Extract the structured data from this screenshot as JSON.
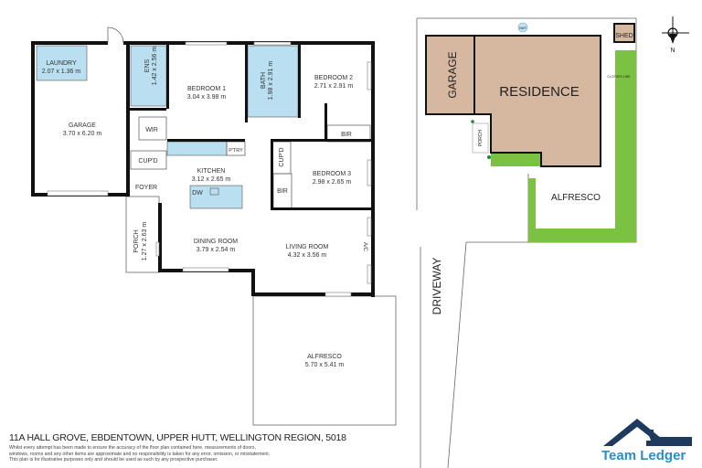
{
  "floor_plan": {
    "rooms": {
      "laundry": {
        "name": "LAUNDRY",
        "size": "2.07 x 1.36 m"
      },
      "garage": {
        "name": "GARAGE",
        "size": "3.70 x 6.20 m"
      },
      "ensuite": {
        "name": "ENS",
        "size": "1.42 x 2.56 m"
      },
      "bedroom1": {
        "name": "BEDROOM 1",
        "size": "3.04 x 3.98 m"
      },
      "bath": {
        "name": "BATH",
        "size": "1.98 x 2.91 m"
      },
      "bedroom2": {
        "name": "BEDROOM 2",
        "size": "2.71 x 2.91 m"
      },
      "wir": {
        "name": "WIR"
      },
      "bir_bed2": {
        "name": "BIR"
      },
      "pantry": {
        "name": "P'TRY"
      },
      "cupd_left": {
        "name": "CUP'D"
      },
      "cupd_right": {
        "name": "CUP'D"
      },
      "kitchen": {
        "name": "KITCHEN",
        "size": "3.12 x 2.65 m"
      },
      "dishwasher": {
        "name": "DW"
      },
      "bedroom3": {
        "name": "BEDROOM 3",
        "size": "2.98 x 2.65 m"
      },
      "bir_bed3": {
        "name": "BIR"
      },
      "foyer": {
        "name": "FOYER"
      },
      "porch": {
        "name": "PORCH",
        "size": "1.27 x 2.63 m"
      },
      "dining": {
        "name": "DINING ROOM",
        "size": "3.79 x 2.54 m"
      },
      "living": {
        "name": "LIVING ROOM",
        "size": "4.32 x 3.56 m"
      },
      "ac": {
        "name": "A/C"
      },
      "alfresco": {
        "name": "ALFRESCO",
        "size": "5.70 x 5.41 m"
      }
    }
  },
  "site_plan": {
    "hwt": "HWT",
    "shed": "SHED",
    "clothes_line": "CLOTHES LINE",
    "garage": "GARAGE",
    "residence": "RESIDENCE",
    "porch": "PORCH",
    "alfresco": "ALFRESCO",
    "driveway": "DRIVEWAY",
    "north": "N",
    "colors": {
      "building": "#d6b8a0",
      "lawn": "#7cc242"
    }
  },
  "footer": {
    "address": "11A HALL GROVE, EBDENTOWN, UPPER HUTT, WELLINGTON REGION, 5018",
    "disclaimer": [
      "Whilst every attempt has been made to ensure the accuracy of the floor plan contained here, measurements of doors,",
      "windows, rooms and any other items are approximate and no responsibility is taken for any error, omission, or misstatement.",
      "This plan is for illustrative purposes only and should be used as such by any prospective purchaser."
    ]
  },
  "brand": {
    "name": "Team Ledger",
    "color": "#2a8fc6",
    "roof_color": "#1e3a5f"
  }
}
